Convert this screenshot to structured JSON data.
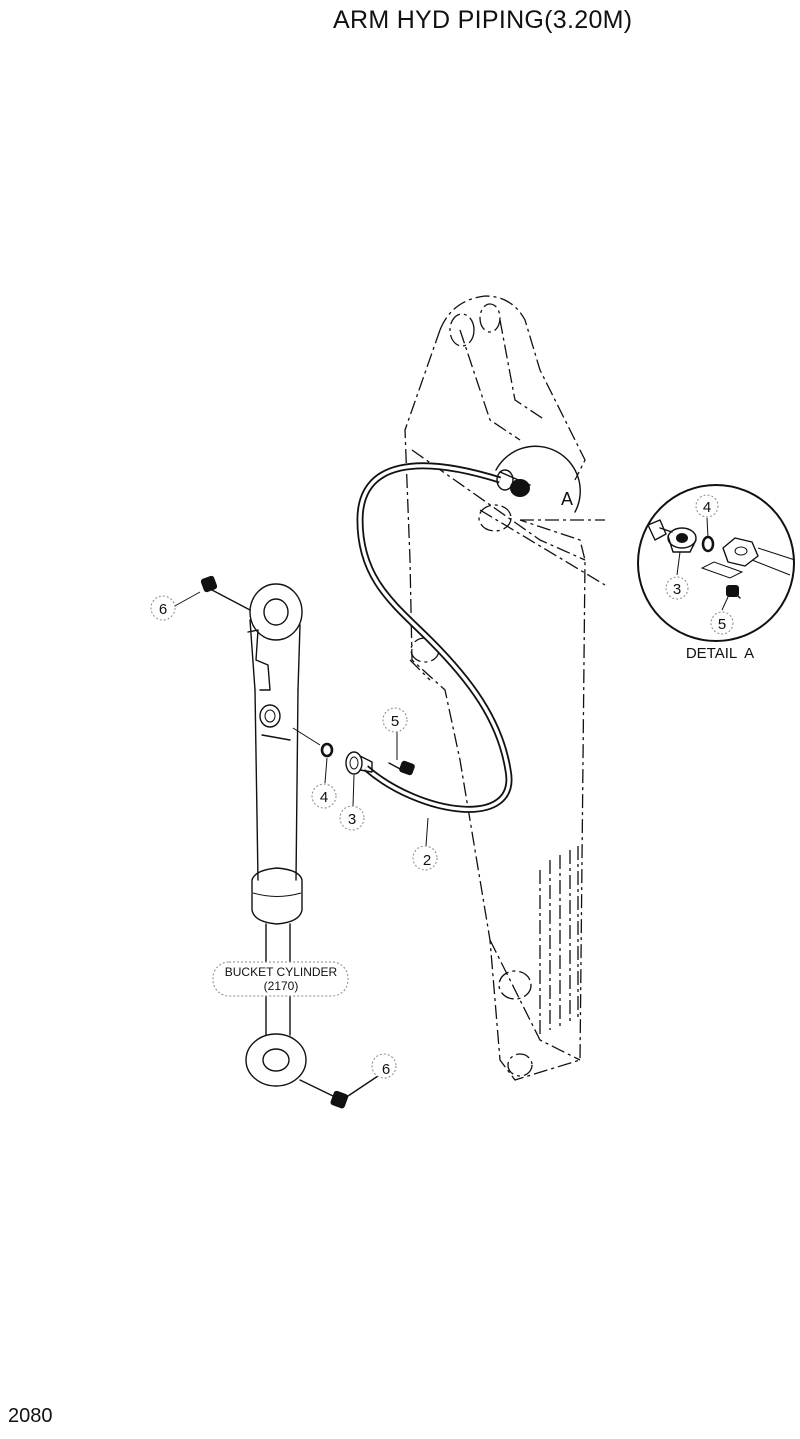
{
  "title": "ARM HYD PIPING(3.20M)",
  "page_number": "2080",
  "callouts": {
    "hose": "2",
    "flange": "3",
    "o_ring": "4",
    "bolt": "5",
    "grease_nipple": "6"
  },
  "detail_marker": "A",
  "detail_caption": "DETAIL  A",
  "bucket_cylinder": {
    "name": "BUCKET CYLINDER",
    "ref": "(2170)"
  }
}
